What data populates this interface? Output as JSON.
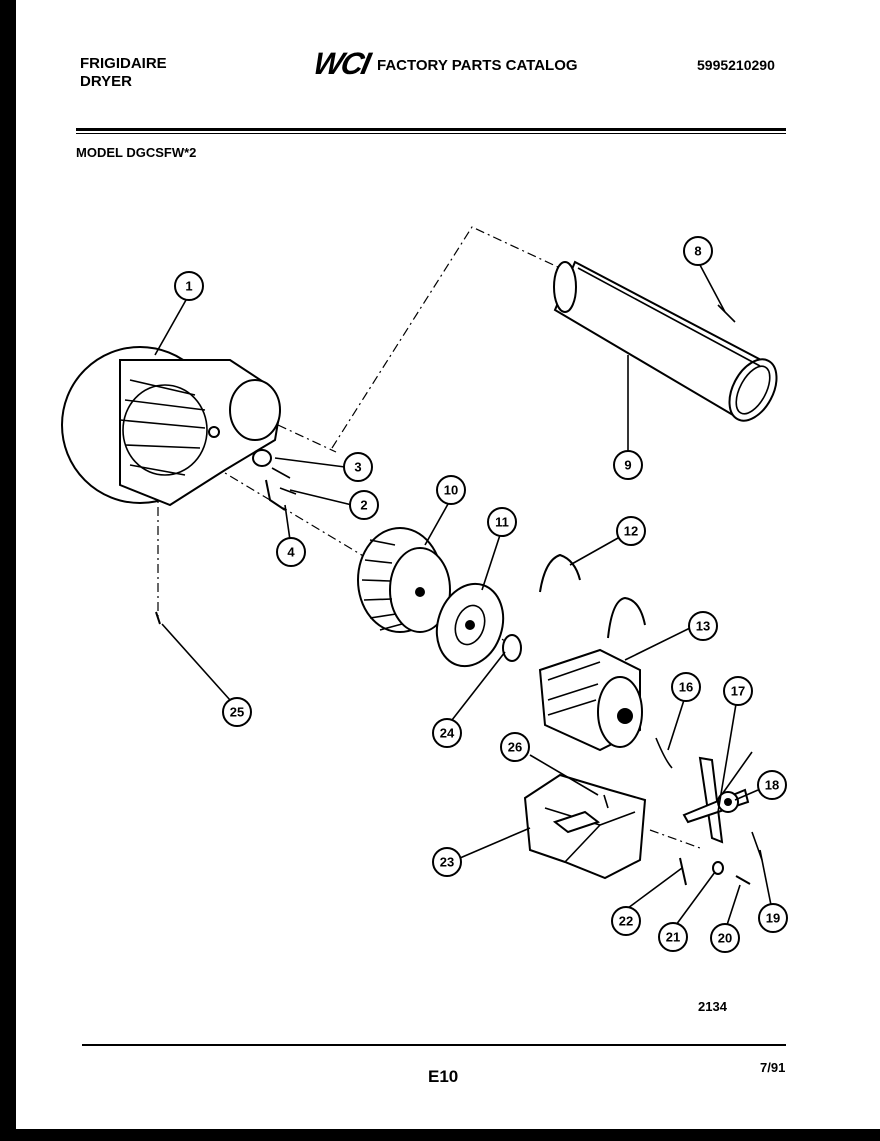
{
  "header": {
    "brand_line1": "FRIGIDAIRE",
    "brand_line2": "DRYER",
    "logo": "WCI",
    "catalog_title": "FACTORY PARTS CATALOG",
    "part_number": "5995210290",
    "model": "MODEL DGCSFW*2"
  },
  "diagram": {
    "code": "2134",
    "callouts": [
      "1",
      "2",
      "3",
      "4",
      "8",
      "9",
      "10",
      "11",
      "12",
      "13",
      "16",
      "17",
      "18",
      "19",
      "20",
      "21",
      "22",
      "23",
      "24",
      "25",
      "26"
    ]
  },
  "footer": {
    "page": "E10",
    "date": "7/91"
  }
}
